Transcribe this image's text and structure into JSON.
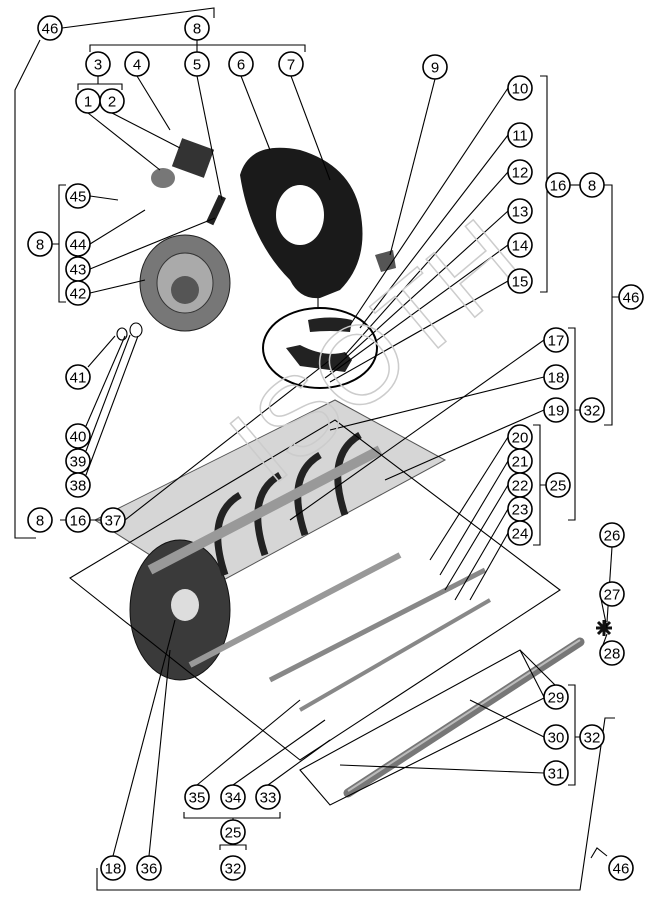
{
  "diagram": {
    "type": "exploded parts diagram",
    "callouts": [
      "46",
      "8",
      "3",
      "4",
      "5",
      "6",
      "7",
      "9",
      "1",
      "2",
      "10",
      "11",
      "12",
      "13",
      "14",
      "15",
      "16",
      "8",
      "46",
      "45",
      "8",
      "44",
      "43",
      "42",
      "41",
      "40",
      "39",
      "38",
      "17",
      "18",
      "19",
      "32",
      "20",
      "21",
      "22",
      "23",
      "24",
      "25",
      "8",
      "16",
      "37",
      "26",
      "27",
      "28",
      "29",
      "30",
      "32",
      "31",
      "35",
      "34",
      "33",
      "25",
      "32",
      "18",
      "36",
      "46"
    ],
    "watermark": "ISOTH",
    "colors": {
      "line": "#000000",
      "part_dark": "#1a1a1a",
      "part_light": "#bdbdbd",
      "background": "#ffffff"
    }
  }
}
